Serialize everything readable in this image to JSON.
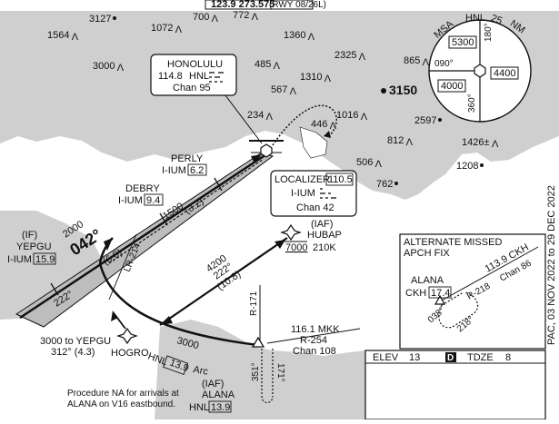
{
  "header_freq": "123.9  273.575",
  "header_note": "(RWY 08/26L)",
  "side_text": "PAC, 03 NOV 2022  to  29 DEC 2022",
  "colors": {
    "land": "#cfcfcf",
    "water": "#ffffff",
    "ink": "#111111",
    "box": "#d8d8d8"
  },
  "elevations": [
    {
      "label": "3127",
      "dot": true
    },
    {
      "label": "700",
      "dot": false
    },
    {
      "label": "772",
      "dot": false
    },
    {
      "label": "1072",
      "dot": false
    },
    {
      "label": "1564",
      "dot": false
    },
    {
      "label": "1360",
      "dot": false
    },
    {
      "label": "3000",
      "dot": false
    },
    {
      "label": "485",
      "dot": false
    },
    {
      "label": "2325",
      "dot": false
    },
    {
      "label": "865",
      "dot": false
    },
    {
      "label": "1310",
      "dot": false
    },
    {
      "label": "567",
      "dot": false
    },
    {
      "label": "3150",
      "dot": true
    },
    {
      "label": "234",
      "dot": false
    },
    {
      "label": "1016",
      "dot": false
    },
    {
      "label": "446",
      "dot": false
    },
    {
      "label": "2597",
      "dot": true
    },
    {
      "label": "812",
      "dot": false
    },
    {
      "label": "1426±",
      "dot": false
    },
    {
      "label": "506",
      "dot": false
    },
    {
      "label": "1208",
      "dot": true
    },
    {
      "label": "762",
      "dot": true
    }
  ],
  "honolulu": {
    "name": "HONOLULU",
    "freq": "114.8",
    "ident": "HNL",
    "chan": "Chan 95"
  },
  "localizer": {
    "title": "LOCALIZER",
    "freq": "110.5",
    "ident": "I-IUM",
    "chan": "Chan 42"
  },
  "msa": {
    "title": "MSA",
    "ident": "HNL",
    "radius": "25",
    "unit": "NM",
    "alt_nw": "5300",
    "alt_e": "4400",
    "alt_sw": "4000",
    "brg_n": "180°",
    "brg_w": "090°",
    "brg_s": "360°"
  },
  "perly": {
    "name": "PERLY",
    "ident": "I-IUM",
    "dme": "6.2"
  },
  "debry": {
    "name": "DEBRY",
    "ident": "I-IUM",
    "dme": "9.4"
  },
  "yepgu": {
    "role": "(IF)",
    "name": "YEPGU",
    "ident": "I-IUM",
    "dme": "15.9"
  },
  "hubap": {
    "role": "(IAF)",
    "name": "HUBAP",
    "alt": "7000",
    "speed": "210K"
  },
  "hogro": {
    "name": "HOGRO",
    "dme": "13.9",
    "arc": "Arc",
    "prefix": "HNL"
  },
  "alana": {
    "role": "(IAF)",
    "name": "ALANA",
    "ident": "HNL",
    "dme": "13.9"
  },
  "final_course": "042°",
  "final_alt": "2000",
  "final_dist": "(6.6)",
  "seg_alt": "1500",
  "seg_dist": "(3.2)",
  "rev_course": "222°",
  "lr": "LR-214",
  "route_hubap": {
    "alt": "4200",
    "crs": "222°",
    "dist": "(10.8)"
  },
  "route_yepgu": {
    "text": "3000 to YEPGU",
    "crs": "312° (4.3)"
  },
  "arc_alt": "3000",
  "r171": "R-171",
  "mkk": {
    "freq": "116.1 MKK",
    "radial": "R-254",
    "chan": "Chan 108"
  },
  "proc_na": [
    "Procedure NA for arrivals at",
    "ALANA on V16 eastbound."
  ],
  "hold_351": "351°",
  "hold_171": "171°",
  "alt_missed": {
    "title": [
      "ALTERNATE MISSED",
      "APCH FIX"
    ],
    "vor": "113.9 CKH",
    "vor_chan": "Chan 86",
    "radial": "R-218",
    "fix": "ALANA",
    "fix_ident": "CKH",
    "fix_dme": "17.4",
    "crs_in": "038°",
    "crs_out": "218°"
  },
  "elev": {
    "label": "ELEV",
    "value": "13",
    "tdze_badge": "D",
    "tdze_label": "TDZE",
    "tdze_value": "8"
  }
}
